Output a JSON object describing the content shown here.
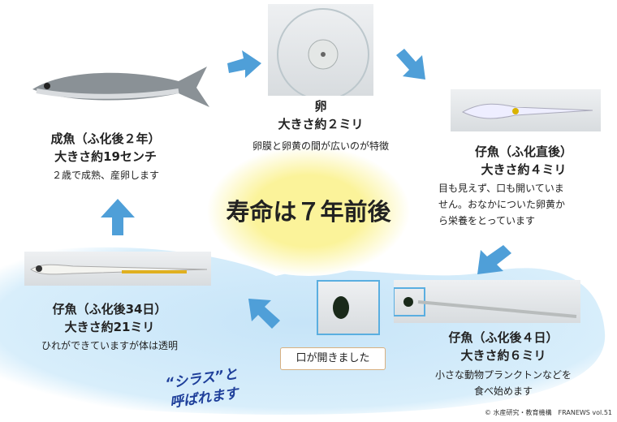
{
  "stages": {
    "egg": {
      "title": "卵",
      "size": "大きさ約２ミリ",
      "desc": "卵膜と卵黄の間が広いのが特徴"
    },
    "adult": {
      "title": "成魚（ふ化後２年）",
      "size": "大きさ約19センチ",
      "desc": "２歳で成熟、産卵します"
    },
    "hatch": {
      "title": "仔魚（ふ化直後）",
      "size": "大きさ約４ミリ",
      "desc": [
        "目も見えず、口も開いていま",
        "せん。おなかについた卵黄か",
        "ら栄養をとっています"
      ]
    },
    "day4": {
      "title": "仔魚（ふ化後４日）",
      "size": "大きさ約６ミリ",
      "desc": [
        "小さな動物プランクトンなどを",
        "食べ始めます"
      ],
      "callout": "口が開きました"
    },
    "day34": {
      "title": "仔魚（ふ化後34日）",
      "size": "大きさ約21ミリ",
      "desc": "ひれができていますが体は透明"
    }
  },
  "center": "寿命は７年前後",
  "shirasu": [
    "“シラス”と",
    "呼ばれます"
  ],
  "credit": "© 水産研究・教育機構　FRANEWS vol.51",
  "colors": {
    "arrow": "#4f9fd8",
    "sea": "#d3ebfa",
    "sun": "#fbf39a",
    "frame": "#5aaee0"
  }
}
